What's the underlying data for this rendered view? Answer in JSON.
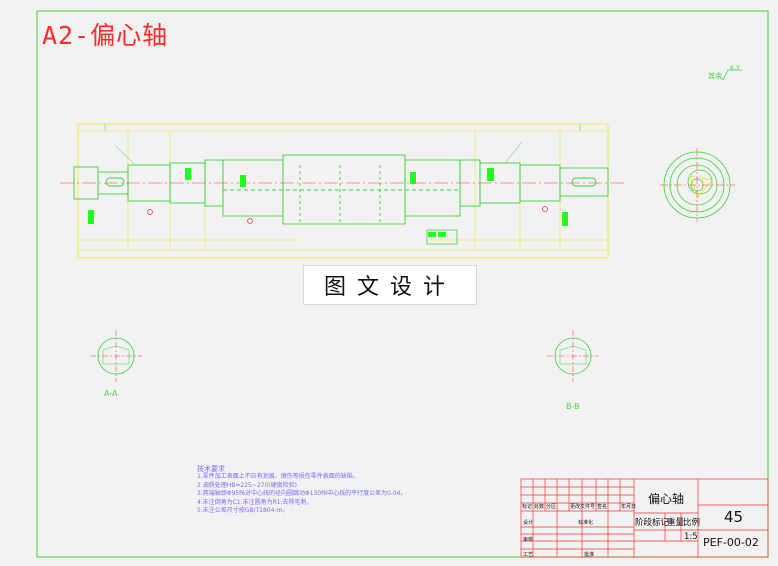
{
  "drawing": {
    "title": "A2-偏心轴",
    "banner": "图文设计",
    "section_a_label": "A-A",
    "section_b_label": "B-B",
    "roughness_mark": "其余",
    "roughness_value": "6.3"
  },
  "notes": {
    "heading": "技术要求",
    "lines": [
      "1.零件加工表面上不应有划痕、擦伤等损伤零件表面的缺陷。",
      "2.调质处理HB=225~270(硬度检验)",
      "3.两端轴颈Φ95f6对中心线的径向圆跳动Φ130f6中心线的平行度公差为0.04。",
      "4.未注倒角为C1,未注圆角为R1,去除毛刺。",
      "5.未注公差尺寸按GB/T1804-m。"
    ]
  },
  "title_block": {
    "part_name": "偏心轴",
    "material": "45",
    "drawing_number": "PEF-00-02",
    "scale": "1:5",
    "labels": {
      "stage_mark": "阶段标记",
      "weight": "重量",
      "scale_label": "比例",
      "design": "设计",
      "standardization": "标准化",
      "review": "审核",
      "process": "工艺",
      "approve": "批准"
    },
    "header_cells": [
      "标记",
      "处数",
      "分区",
      "更改文件号",
      "签名",
      "年月日"
    ]
  }
}
